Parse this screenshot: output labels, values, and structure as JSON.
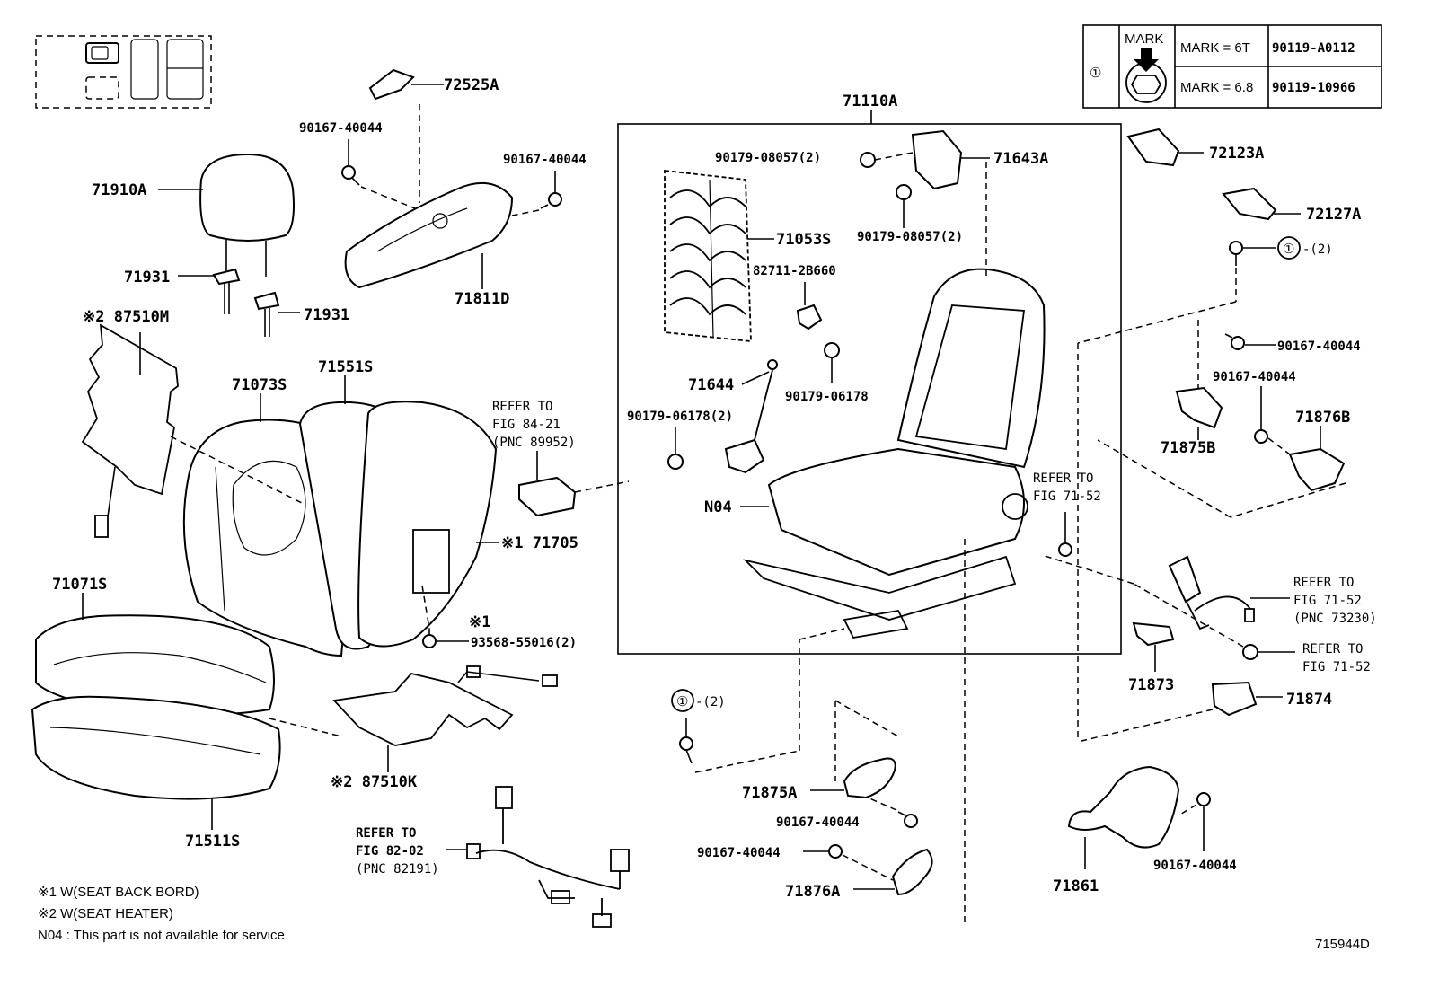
{
  "legend_table": {
    "index_symbol": "①",
    "mark_header": "MARK",
    "rows": [
      {
        "mark": "MARK = 6T",
        "part": "90119-A0112"
      },
      {
        "mark": "MARK = 6.8",
        "part": "90119-10966"
      }
    ]
  },
  "parts": {
    "p72525A": "72525A",
    "p90167_a": "90167-40044",
    "p90167_b": "90167-40044",
    "p71910A": "71910A",
    "p71931_a": "71931",
    "p71931_b": "71931",
    "p87510M": "※2 87510M",
    "p71811D": "71811D",
    "p71073S": "71073S",
    "p71551S": "71551S",
    "p71705": "※1 71705",
    "p71071S": "71071S",
    "p93568_mark": "※1",
    "p93568": "93568-55016(2)",
    "p87510K": "※2 87510K",
    "p71511S": "71511S",
    "p71110A": "71110A",
    "p90179_08057_a": "90179-08057(2)",
    "p71643A": "71643A",
    "p90179_08057_b": "90179-08057(2)",
    "p71053S": "71053S",
    "p82711": "82711-2B660",
    "p71644": "71644",
    "p90179_06178_a": "90179-06178",
    "p90179_06178_b": "90179-06178(2)",
    "pN04": "N04",
    "p72123A": "72123A",
    "p72127A": "72127A",
    "p_circle1_qty_a": "-(2)",
    "p90167_c": "90167-40044",
    "p90167_d": "90167-40044",
    "p71876B": "71876B",
    "p71875B": "71875B",
    "p71873": "71873",
    "p71874": "71874",
    "p_circle1_qty_b": "-(2)",
    "p71875A": "71875A",
    "p90167_e": "90167-40044",
    "p90167_f": "90167-40044",
    "p71876A": "71876A",
    "p71861": "71861",
    "p90167_g": "90167-40044"
  },
  "circle_symbol": "①",
  "refs": {
    "r84_l1": "REFER TO",
    "r84_l2": "FIG 84-21",
    "r84_l3": "(PNC 89952)",
    "r7152a_l1": "REFER TO",
    "r7152a_l2": "FIG 71-52",
    "r7152b_l1": "REFER TO",
    "r7152b_l2": "FIG 71-52",
    "r7152b_l3": "(PNC 73230)",
    "r7152c_l1": "REFER TO",
    "r7152c_l2": "FIG 71-52",
    "r82_l1": "REFER TO",
    "r82_l2": "FIG 82-02",
    "r82_l3": "(PNC 82191)"
  },
  "notes": {
    "n1": "※1  W(SEAT BACK BORD)",
    "n2": "※2  W(SEAT HEATER)",
    "n3": "N04 : This part is not available for service"
  },
  "diagram_id": "715944D"
}
